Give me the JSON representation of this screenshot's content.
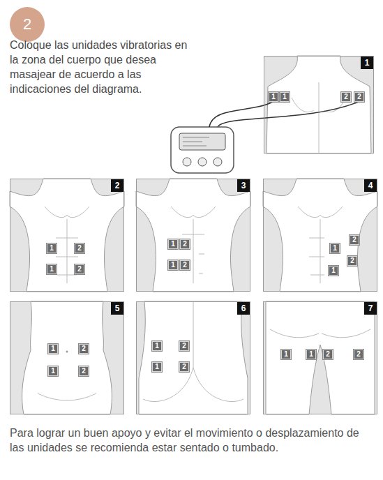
{
  "diagram": {
    "caption": "Para lograr un buen apoyo y evitar el movimiento o desplazamiento de las unidades se recomienda estar sentado o tumbado.",
    "nodes": [
      {
        "text": [
          "2"
        ]
      },
      {
        "text": [
          "1"
        ]
      },
      {
        "text": [
          "1"
        ],
        "in": 1
      },
      {
        "text": [
          "1"
        ],
        "in": 1
      },
      {
        "text": [
          "2"
        ],
        "in": 1
      },
      {
        "text": [
          "2"
        ],
        "in": 1
      },
      {
        "text": [
          "2"
        ]
      },
      {
        "text": [
          "1"
        ],
        "in": 6
      },
      {
        "text": [
          "2"
        ],
        "in": 6
      },
      {
        "text": [
          "1"
        ],
        "in": 6
      },
      {
        "text": [
          "2"
        ],
        "in": 6
      },
      {
        "text": [
          "3"
        ]
      },
      {
        "text": [
          "1"
        ],
        "in": 11
      },
      {
        "text": [
          "2"
        ],
        "in": 11
      },
      {
        "text": [
          "1"
        ],
        "in": 11
      },
      {
        "text": [
          "2"
        ],
        "in": 11
      },
      {
        "text": [
          "4"
        ]
      },
      {
        "text": [
          "2"
        ],
        "in": 16
      },
      {
        "text": [
          "1"
        ],
        "in": 16
      },
      {
        "text": [
          "2"
        ],
        "in": 16
      },
      {
        "text": [
          "1"
        ],
        "in": 16
      },
      {
        "text": [
          "5"
        ]
      },
      {
        "text": [
          "1"
        ],
        "in": 21
      },
      {
        "text": [
          "2"
        ],
        "in": 21
      },
      {
        "text": [
          "1"
        ],
        "in": 21
      },
      {
        "text": [
          "2"
        ],
        "in": 21
      },
      {
        "text": [
          "6"
        ]
      },
      {
        "text": [
          "1"
        ],
        "in": 26
      },
      {
        "text": [
          "2"
        ],
        "in": 26
      },
      {
        "text": [
          "1"
        ],
        "in": 26
      },
      {
        "text": [
          "2"
        ],
        "in": 26
      },
      {
        "text": [
          "7"
        ]
      },
      {
        "text": [
          "1"
        ],
        "in": 31
      },
      {
        "text": [
          "1"
        ],
        "in": 31
      },
      {
        "text": [
          "2"
        ],
        "in": 31
      },
      {
        "text": [
          "2"
        ],
        "in": 31
      }
    ],
    "labels": [
      "Coloque las unidades vibratorias en la zona del cuerpo que desea masajear de acuerdo a las indicaciones del diagrama."
    ]
  }
}
